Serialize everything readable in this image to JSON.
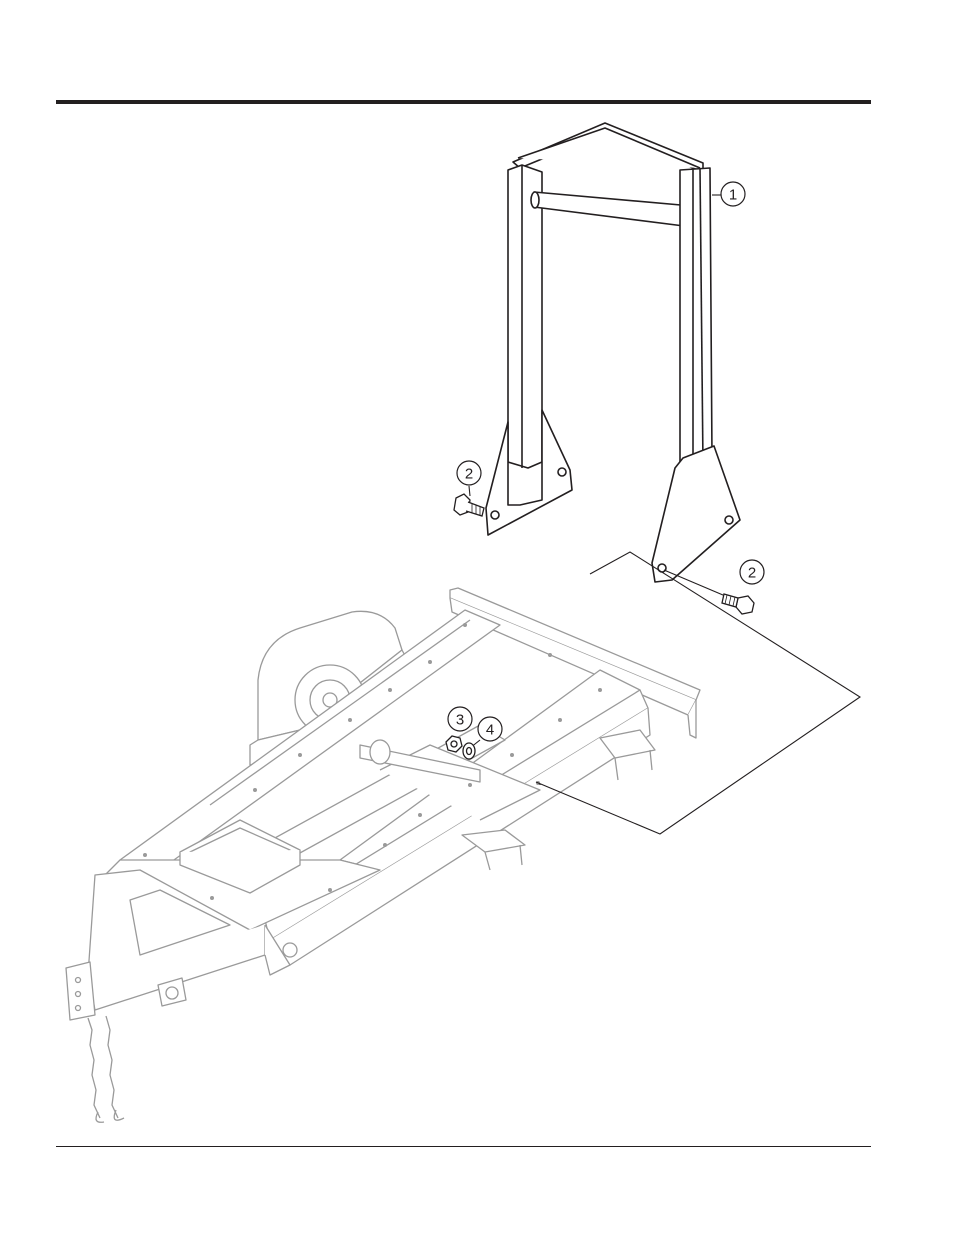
{
  "callouts": [
    {
      "id": "callout-1",
      "label": "1"
    },
    {
      "id": "callout-2a",
      "label": "2"
    },
    {
      "id": "callout-2b",
      "label": "2"
    },
    {
      "id": "callout-3",
      "label": "3"
    },
    {
      "id": "callout-4",
      "label": "4"
    }
  ],
  "colors": {
    "line": "#231f20",
    "fill": "#ffffff",
    "frame": "#9a9a9a"
  }
}
